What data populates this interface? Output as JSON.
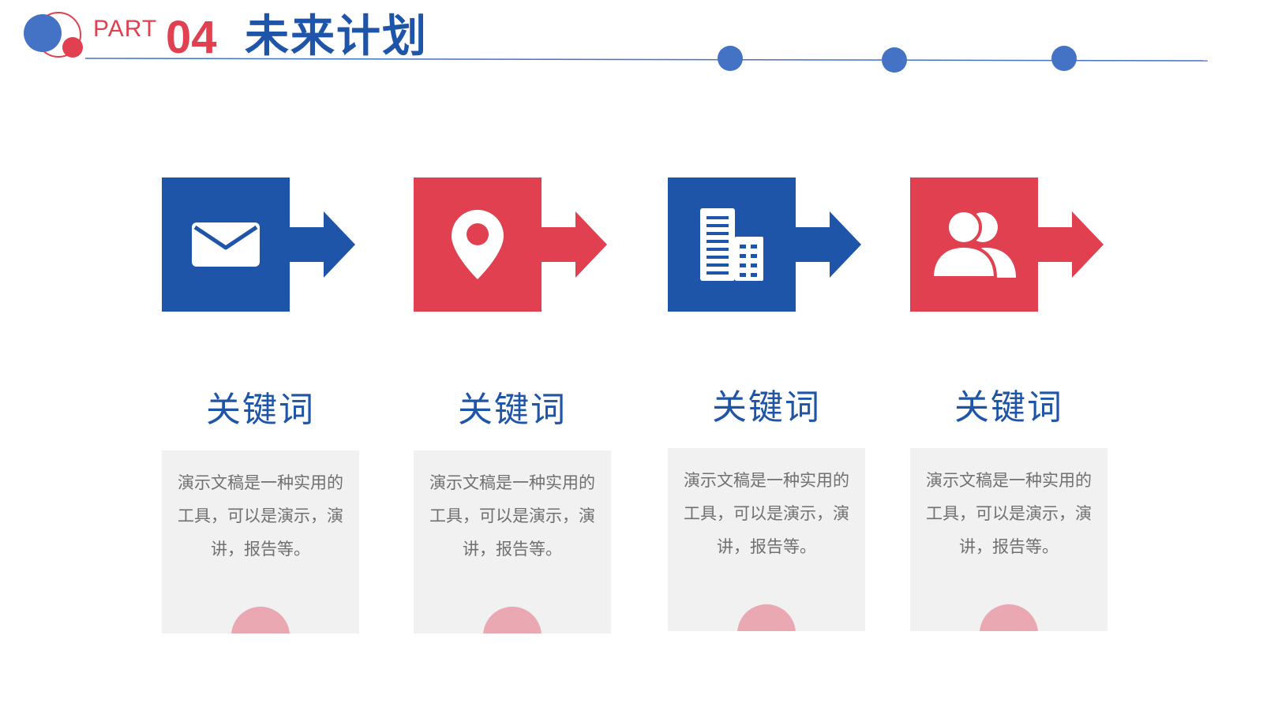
{
  "header": {
    "part_label": "PART",
    "part_number": "04",
    "title": "未来计划"
  },
  "colors": {
    "blue": "#1f55a8",
    "red": "#e0404f",
    "light_blue": "#4472c4",
    "pink": "#eaa9b2",
    "card_bg": "#f1f1f1",
    "text_gray": "#707070"
  },
  "cards": [
    {
      "icon": "envelope-icon",
      "color": "blue",
      "keyword": "关键词",
      "description": "演示文稿是一种实用的工具，可以是演示，演讲，报告等。"
    },
    {
      "icon": "location-pin-icon",
      "color": "red",
      "keyword": "关键词",
      "description": "演示文稿是一种实用的工具，可以是演示，演讲，报告等。"
    },
    {
      "icon": "building-icon",
      "color": "blue",
      "keyword": "关键词",
      "description": "演示文稿是一种实用的工具，可以是演示，演讲，报告等。"
    },
    {
      "icon": "users-icon",
      "color": "red",
      "keyword": "关键词",
      "description": "演示文稿是一种实用的工具，可以是演示，演讲，报告等。"
    }
  ]
}
